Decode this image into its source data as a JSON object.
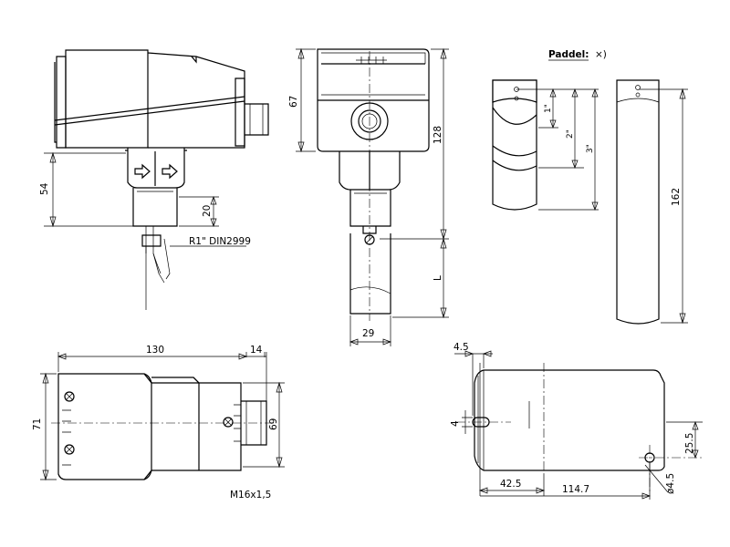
{
  "labels": {
    "paddel": "Paddel:",
    "paddel_mark": "×)",
    "thread_label": "R1\"  DIN2999",
    "cable_gland": "M16x1,5"
  },
  "dimensions": {
    "side_height": "54",
    "side_thread": "20",
    "front_top": "67",
    "front_total": "128",
    "front_length": "L",
    "front_width": "29",
    "paddle_1": "1\"",
    "paddle_2": "2\"",
    "paddle_3": "3\"",
    "paddle_long": "162",
    "top_length": "130",
    "top_gland": "14",
    "top_width": "71",
    "top_inner": "69",
    "base_offset": "4.5",
    "base_slot": "4",
    "base_x1": "42.5",
    "base_x2": "114.7",
    "base_y": "25.5",
    "base_hole": "ø4.5"
  }
}
